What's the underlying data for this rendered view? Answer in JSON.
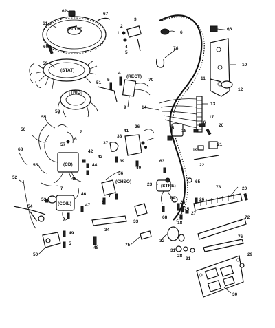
{
  "component_tags": {
    "flyw": "(FLYW)",
    "stat": "(STAT)",
    "trig": "(TRIG)",
    "rect": "(RECT)",
    "cd": "(CD)",
    "chso": "(CHSO)",
    "stre": "(STRE)",
    "coil": "(COIL)"
  },
  "callouts": [
    "62",
    "67",
    "61",
    "3",
    "2",
    "1",
    "4",
    "5",
    "6",
    "66",
    "60",
    "74",
    "59",
    "10",
    "4",
    "5",
    "70",
    "11",
    "12",
    "51",
    "58",
    "9",
    "14",
    "13",
    "55",
    "56",
    "57",
    "41",
    "15",
    "18",
    "17",
    "16",
    "20",
    "7",
    "6",
    "38",
    "37",
    "39",
    "26",
    "19",
    "21",
    "22",
    "68",
    "42",
    "43",
    "44",
    "40",
    "45",
    "36",
    "63",
    "65",
    "73",
    "20",
    "53",
    "55",
    "7",
    "23",
    "7",
    "8",
    "52",
    "46",
    "47",
    "8",
    "64",
    "24",
    "25",
    "26",
    "27",
    "18",
    "72",
    "54",
    "34",
    "33",
    "68",
    "49",
    "32",
    "76",
    "5",
    "50",
    "48",
    "75",
    "31",
    "28",
    "31",
    "29",
    "30"
  ]
}
